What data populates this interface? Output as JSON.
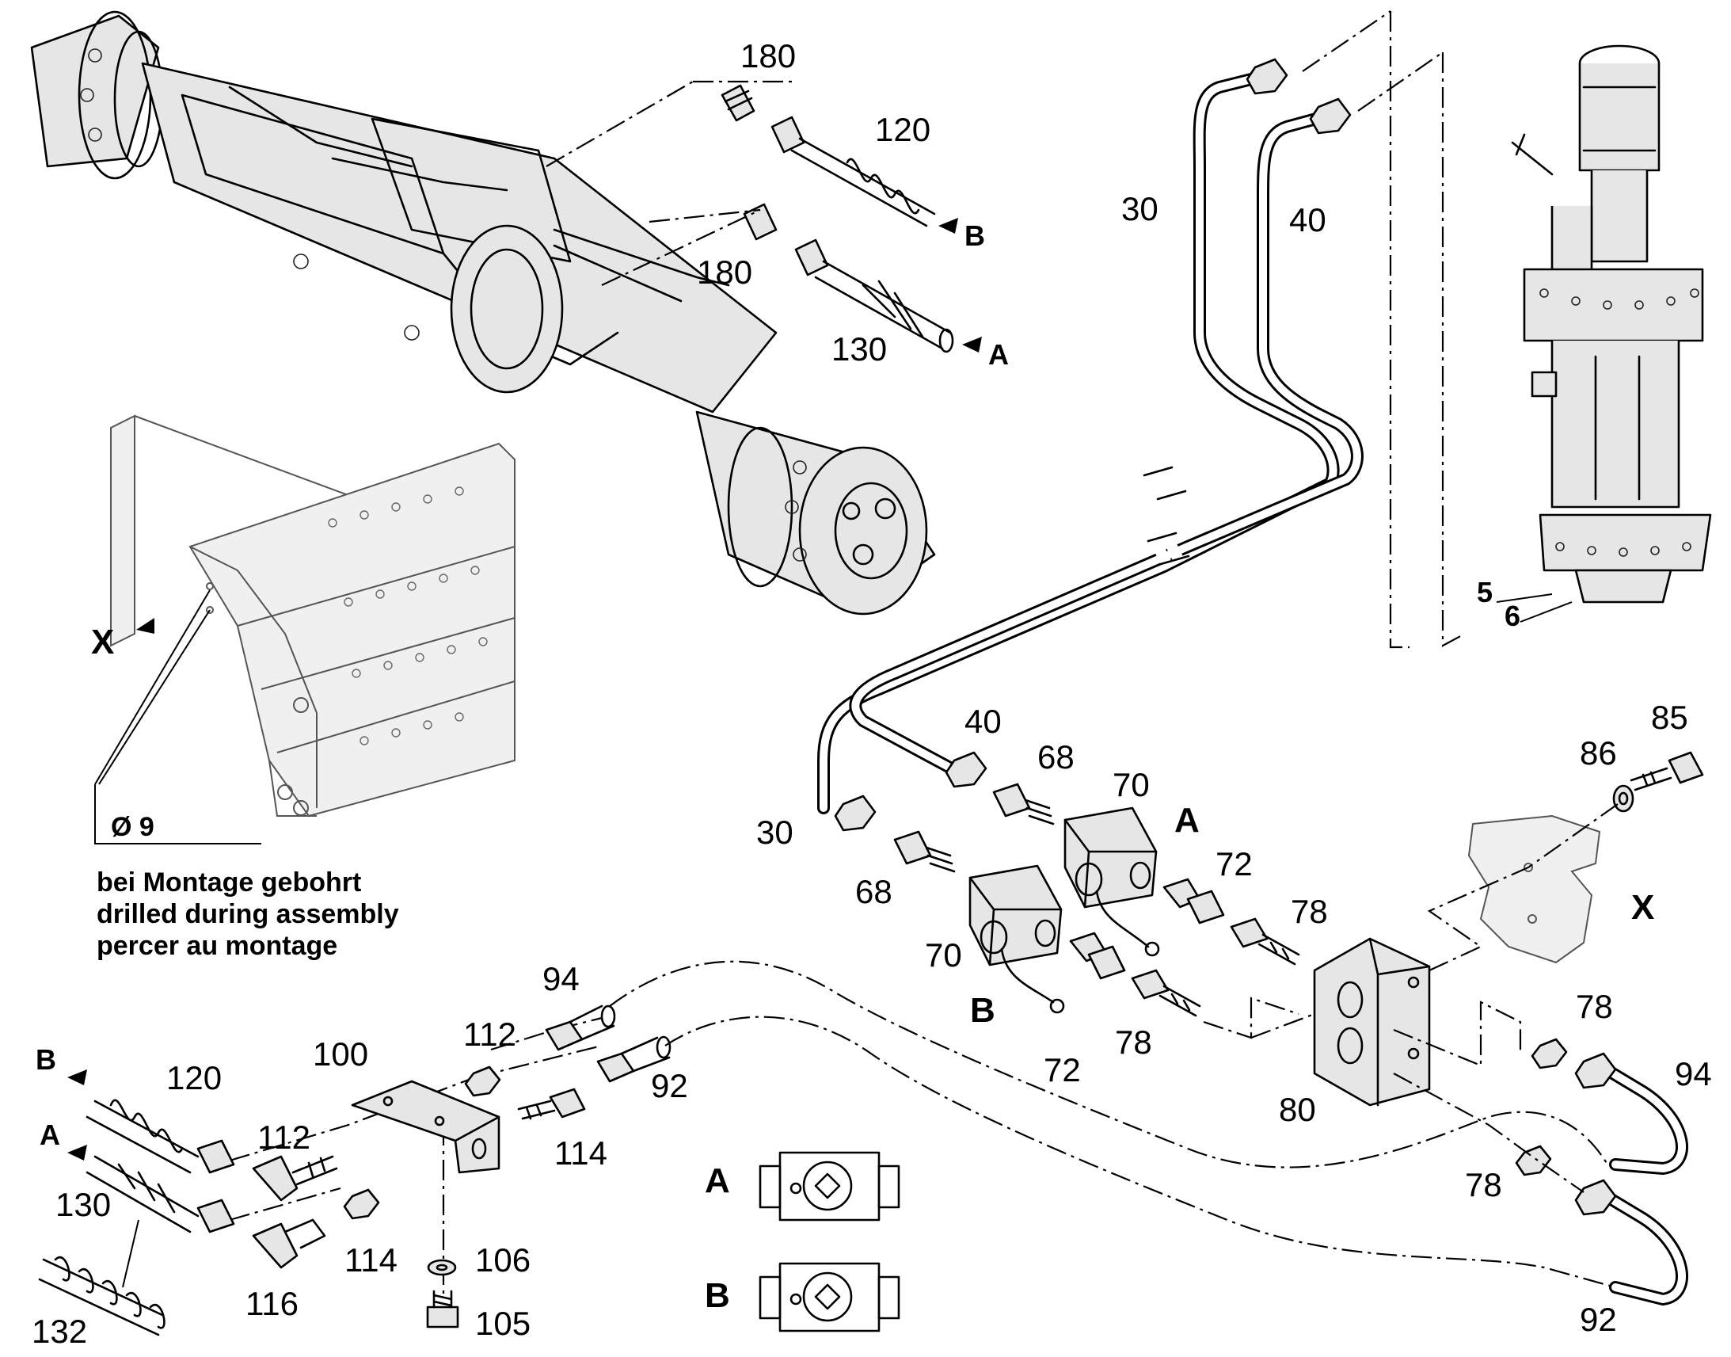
{
  "diagram": {
    "part_numbers": {
      "p180_top": "180",
      "p120_top": "120",
      "p180_mid": "180",
      "p130_top": "130",
      "p30_top": "30",
      "p40_top": "40",
      "p5": "5",
      "p6": "6",
      "p40_mid": "40",
      "p30_mid": "30",
      "p68_a": "68",
      "p68_b": "68",
      "p70_a": "70",
      "p70_b": "70",
      "p72_a": "72",
      "p72_b": "72",
      "p78_a": "78",
      "p78_b": "78",
      "p78_c": "78",
      "p78_d": "78",
      "p80": "80",
      "p85": "85",
      "p86": "86",
      "p94_a": "94",
      "p94_b": "94",
      "p92_a": "92",
      "p92_b": "92",
      "p100": "100",
      "p112_a": "112",
      "p112_b": "112",
      "p114_a": "114",
      "p114_b": "114",
      "p116": "116",
      "p106": "106",
      "p105": "105",
      "p120_bot": "120",
      "p130_bot": "130",
      "p132": "132"
    },
    "letter_labels": {
      "B_top": "B",
      "A_top": "A",
      "X_left": "X",
      "A_valve": "A",
      "B_valve": "B",
      "X_right": "X",
      "B_bottom": "B",
      "A_bottom": "A",
      "A_detail": "A",
      "B_detail": "B"
    },
    "hole_note": {
      "diameter": "Ø 9",
      "line_de": "bei Montage gebohrt",
      "line_en": "drilled during assembly",
      "line_fr": "percer au montage"
    }
  }
}
